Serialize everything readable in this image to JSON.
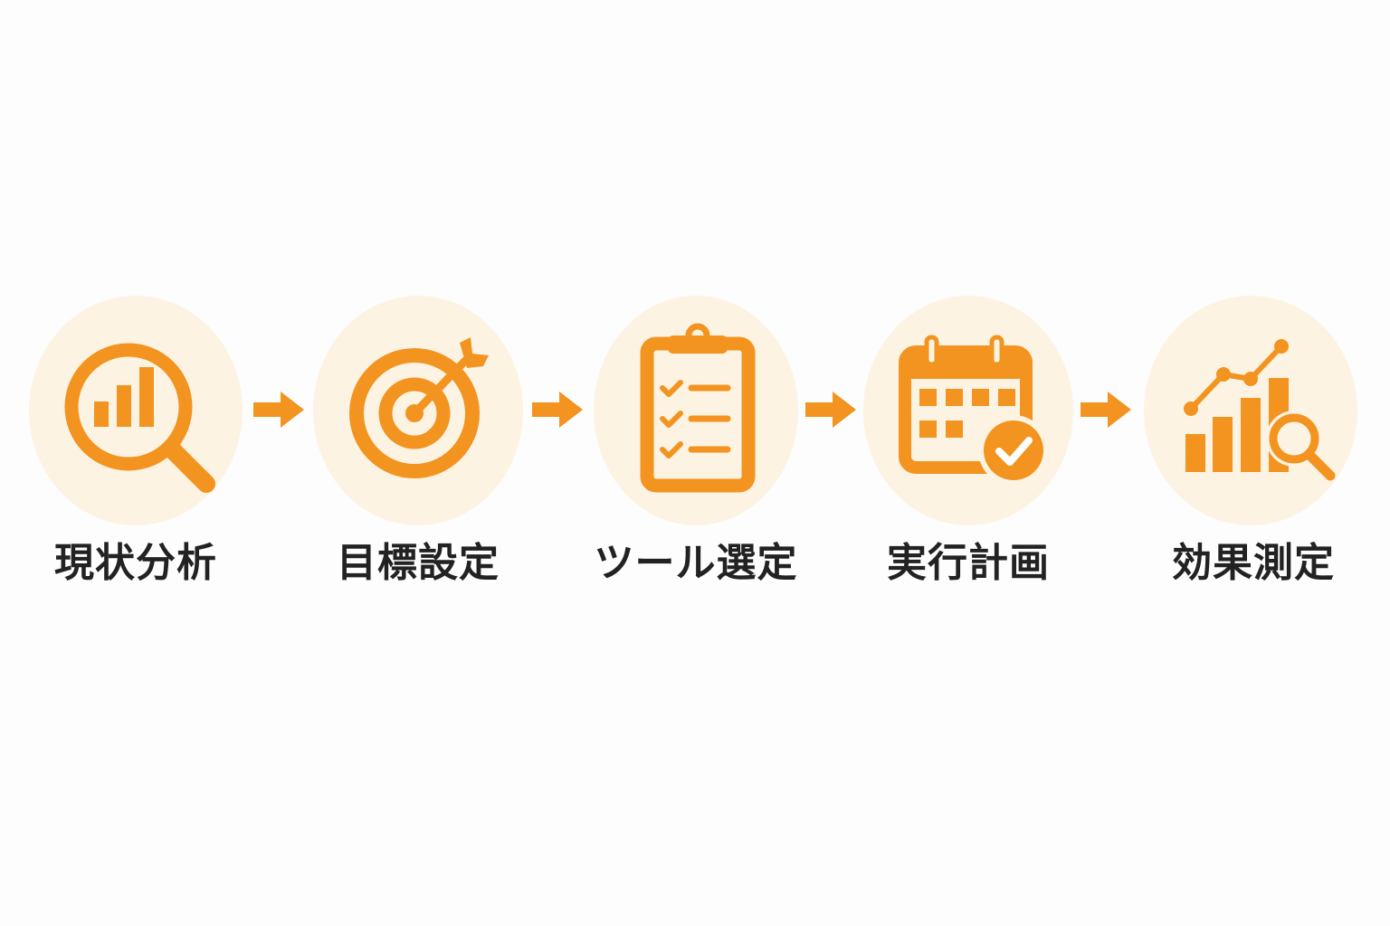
{
  "colors": {
    "accent": "#f2941f",
    "circle_bg": "#fdf3e3",
    "label_text": "#222222",
    "background": "#fdfdfd"
  },
  "steps": [
    {
      "label": "現状分析",
      "icon": "magnifier-bar-chart-icon"
    },
    {
      "label": "目標設定",
      "icon": "target-arrow-icon"
    },
    {
      "label": "ツール選定",
      "icon": "clipboard-checklist-icon"
    },
    {
      "label": "実行計画",
      "icon": "calendar-check-icon"
    },
    {
      "label": "効果測定",
      "icon": "growth-chart-magnifier-icon"
    }
  ],
  "connectors": [
    "arrow-right-icon",
    "arrow-right-icon",
    "arrow-right-icon",
    "arrow-right-icon"
  ]
}
